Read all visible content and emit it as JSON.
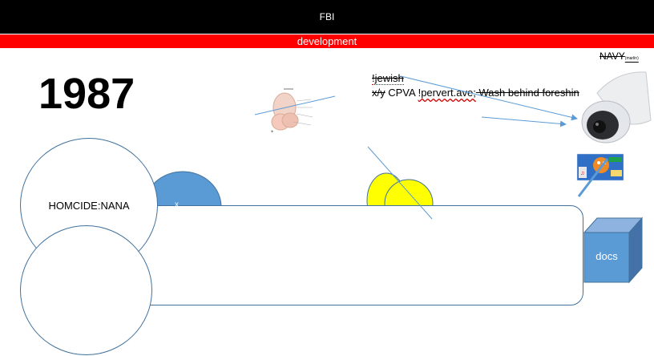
{
  "header": {
    "title": "FBI",
    "subtitle": "development"
  },
  "year": "1987",
  "navy": {
    "text": "NAVY",
    "small": "(marlin)"
  },
  "notes": {
    "line1": "!jewish",
    "line2_strike": "x/y",
    "line2_a": " CPVA ",
    "line2_b": "!pervert.ave;",
    "line2_c": " Wash behind foreshin"
  },
  "shapes": {
    "circle_top_label": "HOMCIDE:NANA",
    "blue_semicircle_label": "x",
    "cube_label": "docs"
  },
  "colors": {
    "title_bar": "#000000",
    "sub_bar": "#ff0000",
    "accent_blue": "#5b9bd5",
    "outline_blue": "#41719c",
    "yellow": "#ffff00"
  }
}
